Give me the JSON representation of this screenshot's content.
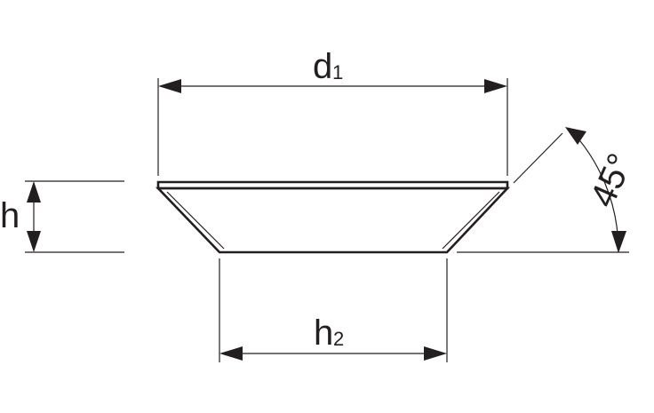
{
  "diagram": {
    "labels": {
      "top_diameter": {
        "symbol": "d",
        "subscript": "1"
      },
      "bottom_width": {
        "symbol": "h",
        "subscript": "2"
      },
      "height": {
        "symbol": "h"
      },
      "angle": {
        "value": "45",
        "unit": "°"
      }
    },
    "colors": {
      "line": "#231f20",
      "background": "#ffffff"
    }
  }
}
